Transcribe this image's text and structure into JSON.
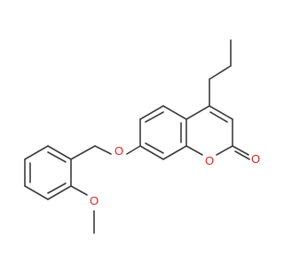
{
  "molecule": {
    "atoms": {
      "ether_oxygen": "O",
      "ring_oxygen": "O",
      "carbonyl_oxygen": "O",
      "methoxy_oxygen": "O"
    },
    "colors": {
      "bond": "#3a3a3a",
      "heteroatom": "#e02020",
      "background": "#ffffff"
    }
  }
}
